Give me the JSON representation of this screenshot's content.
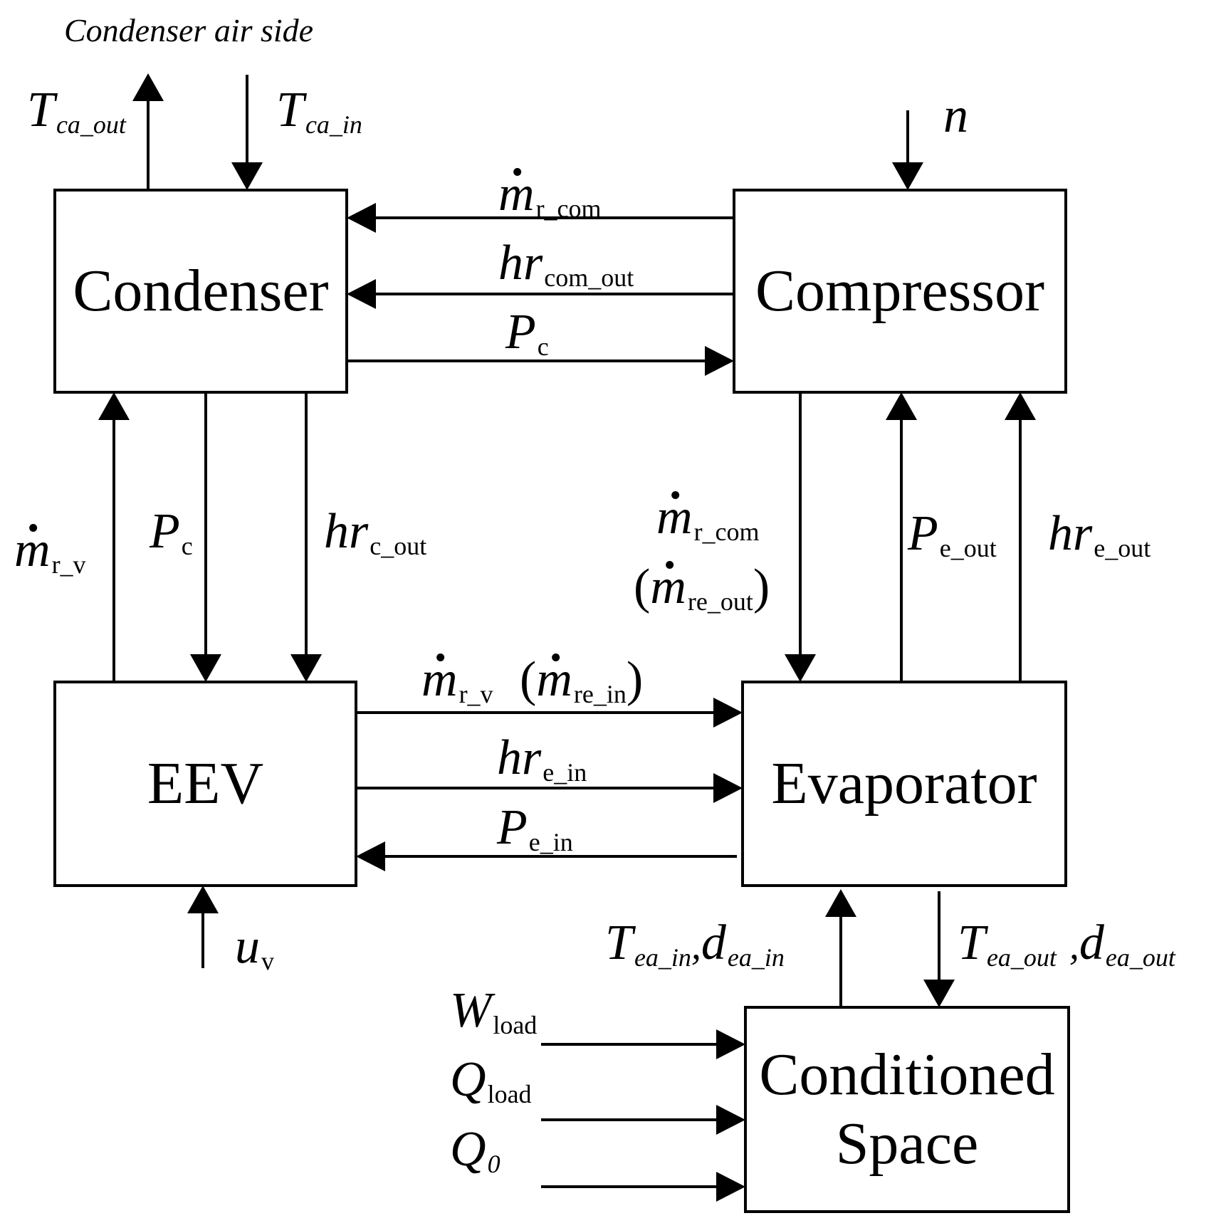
{
  "blocks": {
    "condenser": "Condenser",
    "compressor": "Compressor",
    "eev": "EEV",
    "evaporator": "Evaporator",
    "conditioned_space_line1": "Conditioned",
    "conditioned_space_line2": "Space"
  },
  "condenser_air_side": "Condenser air side",
  "signals": {
    "t_ca_out": {
      "sym": "T",
      "sub": "ca_out"
    },
    "t_ca_in": {
      "sym": "T",
      "sub": "ca_in"
    },
    "n": {
      "sym": "n"
    },
    "m_r_com_top": {
      "sym": "m",
      "sub": "r_com"
    },
    "hr_com_out": {
      "sym": "hr",
      "sub": "com_out"
    },
    "p_c_top": {
      "sym": "P",
      "sub": "c"
    },
    "m_r_v_left": {
      "sym": "m",
      "sub": "r_v"
    },
    "p_c_mid": {
      "sym": "P",
      "sub": "c"
    },
    "hr_c_out": {
      "sym": "hr",
      "sub": "c_out"
    },
    "m_r_com_mid": {
      "sym": "m",
      "sub": "r_com"
    },
    "m_re_out": {
      "open": "(",
      "sym": "m",
      "sub": "re_out",
      "close": ")"
    },
    "p_e_out": {
      "sym": "P",
      "sub": "e_out"
    },
    "hr_e_out": {
      "sym": "hr",
      "sub": "e_out"
    },
    "m_r_v_mid": {
      "sym": "m",
      "sub": "r_v"
    },
    "m_re_in": {
      "open": "(",
      "sym": "m",
      "sub": "re_in",
      "close": ")"
    },
    "hr_e_in": {
      "sym": "hr",
      "sub": "e_in"
    },
    "p_e_in": {
      "sym": "P",
      "sub": "e_in"
    },
    "u_v": {
      "sym": "u",
      "sub": "v"
    },
    "t_ea_in": {
      "sym": "T",
      "sub": "ea_in",
      "sep": ",",
      "sym2": "d",
      "sub2": "ea_in"
    },
    "t_ea_out": {
      "sym": "T",
      "sub": "ea_out",
      "sep": ",",
      "sym2": "d",
      "sub2": "ea_out"
    },
    "w_load": {
      "sym": "W",
      "sub": "load"
    },
    "q_load": {
      "sym": "Q",
      "sub": "load"
    },
    "q_0": {
      "sym": "Q",
      "sub": "0"
    }
  }
}
